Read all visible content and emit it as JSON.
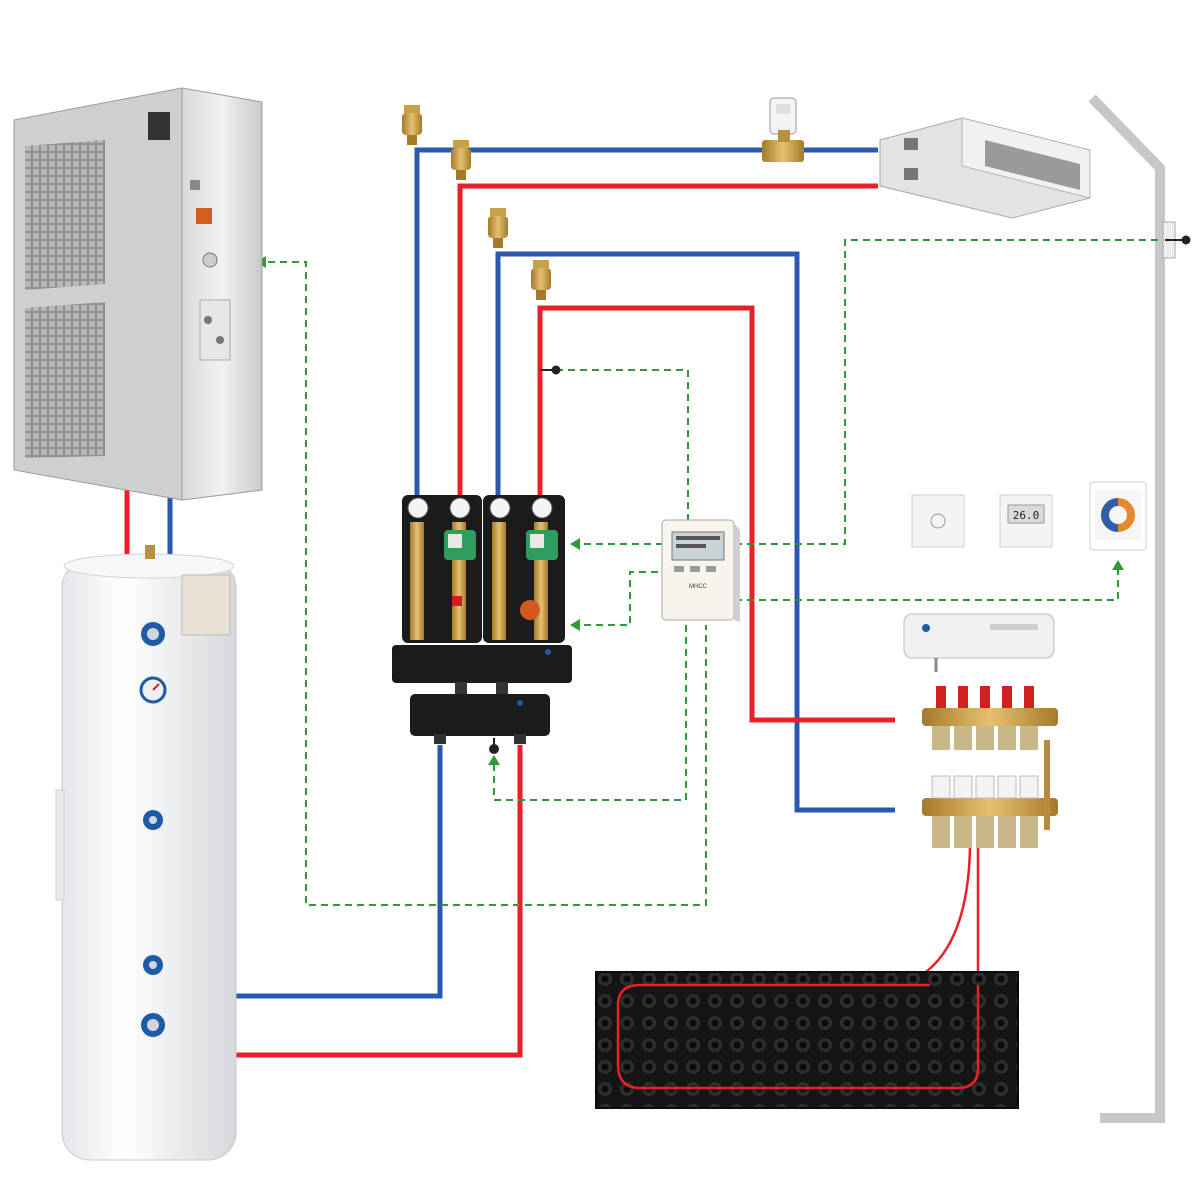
{
  "colors": {
    "supply": "#e8202a",
    "return": "#2a58b0",
    "control": "#2f9a3a",
    "wall": "#c7c7c7",
    "floor_panel": "#1e1e1e",
    "brass": "#c8a048"
  },
  "components": {
    "heat_pump": {
      "icon": "heat-pump-outdoor-unit"
    },
    "dhw_tank": {
      "icon": "hot-water-tank",
      "port_labels": [
        "",
        "",
        "",
        ""
      ]
    },
    "fan_coil": {
      "icon": "ducted-fan-coil"
    },
    "pump_station": {
      "icon": "dual-pump-station"
    },
    "hydraulic_separator": {
      "icon": "hydraulic-separator"
    },
    "controller": {
      "icon": "controller",
      "label": "MHCC"
    },
    "thermostat_dial": {
      "icon": "dial-thermostat"
    },
    "thermostat_digital": {
      "icon": "digital-thermostat",
      "display": "26.0"
    },
    "thermostat_touch": {
      "icon": "touch-thermostat"
    },
    "wiring_center": {
      "icon": "wiring-center"
    },
    "manifold": {
      "icon": "underfloor-manifold"
    },
    "floor_panel": {
      "icon": "underfloor-heating-panel"
    },
    "outdoor_sensor": {
      "icon": "outdoor-sensor"
    }
  }
}
